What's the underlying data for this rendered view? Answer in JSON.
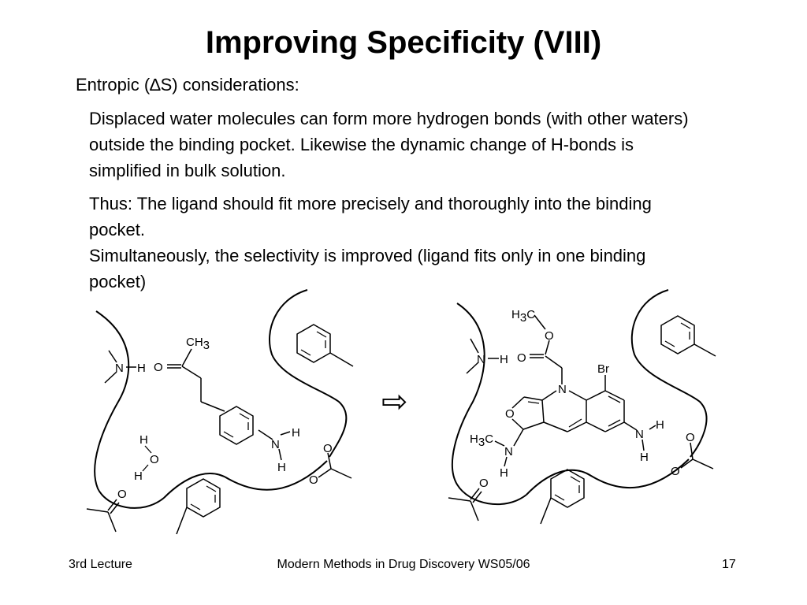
{
  "slide": {
    "title": "Improving Specificity (VIII)",
    "subheading": "Entropic (∆S) considerations:",
    "paragraph1": "Displaced water molecules can form more hydrogen bonds (with other waters) outside the binding pocket. Likewise the dynamic change of H-bonds is simplified in bulk solution.",
    "paragraph2_line1": "Thus: The ligand should fit more precisely and thoroughly into the binding pocket.",
    "paragraph2_line2": "Simultaneously, the selectivity is improved (ligand fits only in one binding pocket)",
    "arrow_symbol": "⇨"
  },
  "diagram": {
    "atom_n": "N",
    "atom_h": "H",
    "atom_o": "O",
    "atom_c": "C",
    "atom_br": "Br",
    "group_ch": "CH",
    "subscript_3": "3"
  },
  "footer": {
    "left": "3rd Lecture",
    "center": "Modern Methods in Drug Discovery WS05/06",
    "page_number": "17"
  }
}
